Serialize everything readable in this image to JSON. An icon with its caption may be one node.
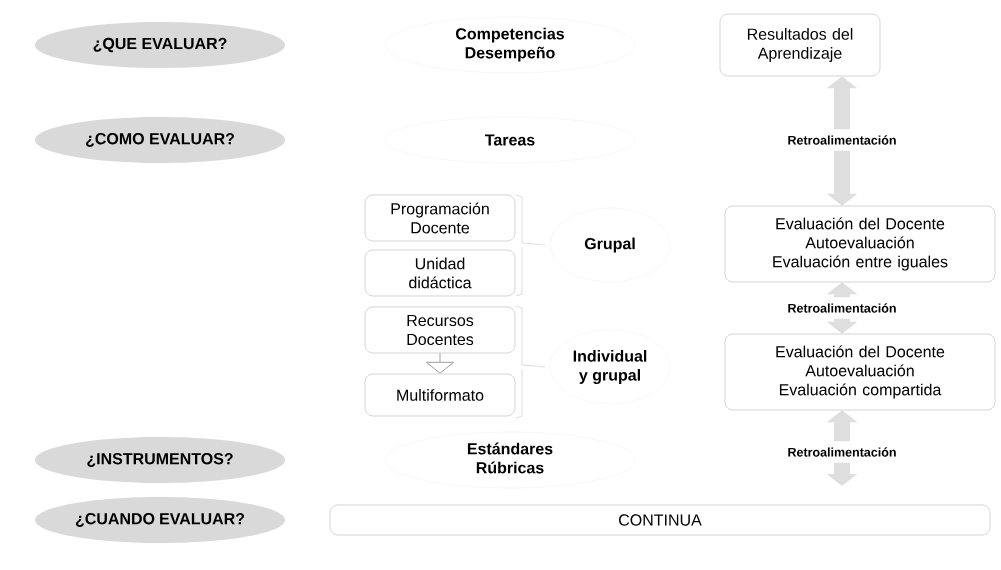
{
  "diagram": {
    "nodes": [
      {
        "text": [
          "¿QUE EVALUAR?"
        ]
      },
      {
        "text": [
          "Competencias",
          "Desempeño"
        ]
      },
      {
        "text": [
          "Resultados del Aprendizaje"
        ]
      },
      {
        "text": [
          "¿COMO EVALUAR?"
        ]
      },
      {
        "text": [
          "Tareas"
        ]
      },
      {
        "text": [
          "Programación Docente"
        ]
      },
      {
        "text": [
          "Unidad didáctica"
        ]
      },
      {
        "text": [
          "Grupal"
        ]
      },
      {
        "text": [
          "Evaluación del Docente",
          "Autoevaluación",
          "Evaluación entre iguales"
        ]
      },
      {
        "text": [
          "Recursos Docentes"
        ]
      },
      {
        "text": [
          "Individual y grupal"
        ]
      },
      {
        "text": [
          "Multiformato"
        ]
      },
      {
        "text": [
          "Evaluación del Docente",
          "Autoevaluación",
          "Evaluación compartida"
        ]
      },
      {
        "text": [
          "¿INSTRUMENTOS?"
        ]
      },
      {
        "text": [
          "Estándares",
          "Rúbricas"
        ]
      },
      {
        "text": [
          "¿CUANDO EVALUAR?"
        ]
      },
      {
        "text": [
          "CONTINUA"
        ]
      }
    ],
    "edges": [
      {
        "from": 8,
        "to": 2,
        "arrow": "both",
        "label": "Retroalimentación"
      },
      {
        "from": 12,
        "to": 8,
        "arrow": "both",
        "label": "Retroalimentación"
      },
      {
        "from": null,
        "to": 12,
        "arrow": "both",
        "label": "Retroalimentación"
      },
      {
        "from": 9,
        "to": 11,
        "arrow": "to"
      }
    ]
  }
}
